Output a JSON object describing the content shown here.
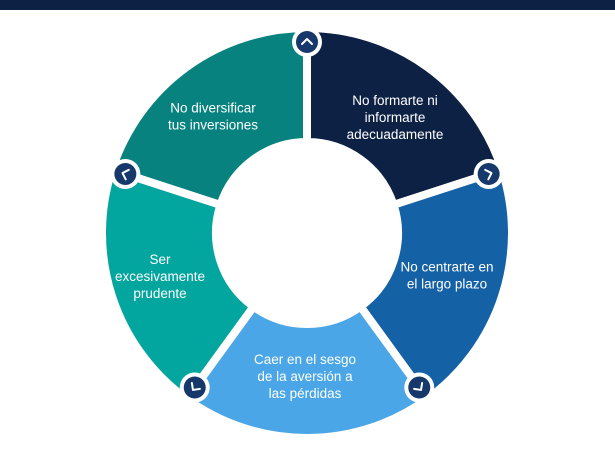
{
  "header": {
    "bar_color": "#0d2145"
  },
  "cycle": {
    "center_color": "#ffffff",
    "segments": [
      {
        "id": "no-informarte",
        "lines": [
          "No formarte ni",
          "informarte",
          "adecuadamente"
        ],
        "color": "#0d2145"
      },
      {
        "id": "no-largo-plazo",
        "lines": [
          "No centrarte en",
          "el largo plazo"
        ],
        "color": "#1561a5"
      },
      {
        "id": "aversion-perdidas",
        "lines": [
          "Caer en el sesgo",
          "de la aversión a",
          "las pérdidas"
        ],
        "color": "#4aa6e6"
      },
      {
        "id": "excesivamente-prudente",
        "lines": [
          "Ser",
          "excesivamente",
          "prudente"
        ],
        "color": "#03a59f"
      },
      {
        "id": "no-diversificar",
        "lines": [
          "No diversificar",
          "tus inversiones"
        ],
        "color": "#07827e"
      }
    ],
    "connector_icon": "chevron-arrow-icon",
    "connector_colors": {
      "ring": "#ffffff",
      "core": "#16386a"
    }
  }
}
